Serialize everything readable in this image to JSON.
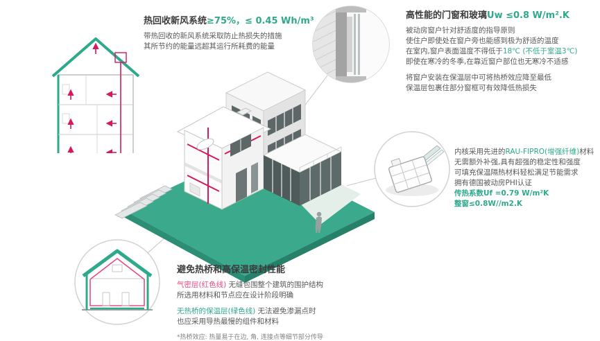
{
  "colors": {
    "accent_green": "#2fa98c",
    "accent_magenta": "#e74a84",
    "pipe_red": "#d6185e",
    "text_dark": "#3b3b3c",
    "text_body": "#58595b",
    "base_teal": "#3aa98c"
  },
  "ventilation": {
    "title_dark": "热回收新风系统",
    "title_green": "≥75%，≤ 0.45 Wh/m³",
    "line1": "带热回收的新风系统采取防止热损失的措施",
    "line2": "其所节约的能量远超其运行所耗费的能量"
  },
  "windows": {
    "title_dark": "高性能的门窗和玻璃",
    "title_green": "Uw ≤0.8 W/m².K",
    "line1": "被动房窗户针对舒适度的指导原则",
    "line2": "使住户即使处在窗户旁也能感到极为舒适的温度",
    "line3_dark": "在室内,窗户表面温度不得低于",
    "line3_green": "18℃ (不低于室温3℃)",
    "line4": "即使在寒冷的冬季,在靠近窗户部位也无寒冷不适感",
    "line5": "将窗户安装在保温层中可将热桥效应降至最低",
    "line6": "保温层包裹住部分窗框可有效降低热损失"
  },
  "profile": {
    "line1_dark_a": "内核采用先进的",
    "line1_green": "RAU-FIPRO(增强纤维)",
    "line1_dark_b": "材料",
    "line2": "无需额外补强,具有超强的稳定性和强度",
    "line3": "可填充保温隔热材料轻松满足节能需求",
    "line4": "拥有德国被动房PHI认证",
    "line5_green": "传热系数Uf =0.79 W/m²K",
    "line6_green": "整窗≤0.8W//m2.K"
  },
  "thermal": {
    "title": "避免热桥和高保温密封性能",
    "line1_magenta": "气密层(红色线)",
    "line1_dark": " 无缝包围整个建筑的围护结构",
    "line2": "所选用材料和节点应在设计阶段明确",
    "line3_green": "无热桥的保温层(绿色线)",
    "line3_dark": " 无法避免渗漏点时",
    "line4": "也应采用导热最慢的组件和材料",
    "footnote": "*热桥效应: 热量易于在边, 角, 连接点等细节部分传导"
  },
  "illustrations": {
    "ventilation_house": "house-section-with-heat-recovery-arrows",
    "main_house": "isometric-passive-house-cutaway",
    "window_corner": "window-installation-detail-photo",
    "window_profile": "upvc-window-profile-cross-section",
    "thermal_house": "house-section-airtight-and-insulation-lines"
  }
}
